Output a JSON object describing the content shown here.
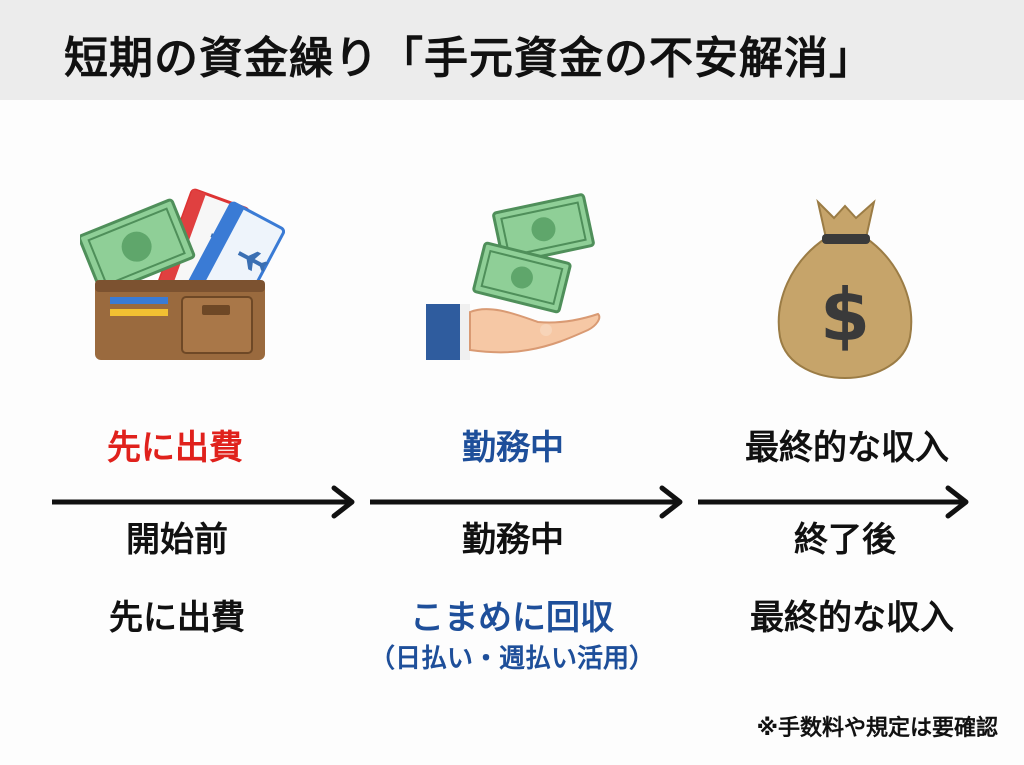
{
  "title": "短期の資金繰り「手元資金の不安解消」",
  "columns": [
    {
      "icon": "wallet-icon",
      "label": "先に出費",
      "label_color": "#e0211c",
      "phase": "開始前",
      "description": "先に出費",
      "description_color": "#111111",
      "sub": ""
    },
    {
      "icon": "hand-receiving-money-icon",
      "label": "勤務中",
      "label_color": "#1e4f9a",
      "phase": "勤務中",
      "description": "こまめに回収",
      "description_color": "#1e4f9a",
      "sub": "（日払い・週払い活用）"
    },
    {
      "icon": "money-bag-icon",
      "label": "最終的な収入",
      "label_color": "#111111",
      "phase": "終了後",
      "description": "最終的な収入",
      "description_color": "#111111",
      "sub": ""
    }
  ],
  "footnote": "※手数料や規定は要確認"
}
